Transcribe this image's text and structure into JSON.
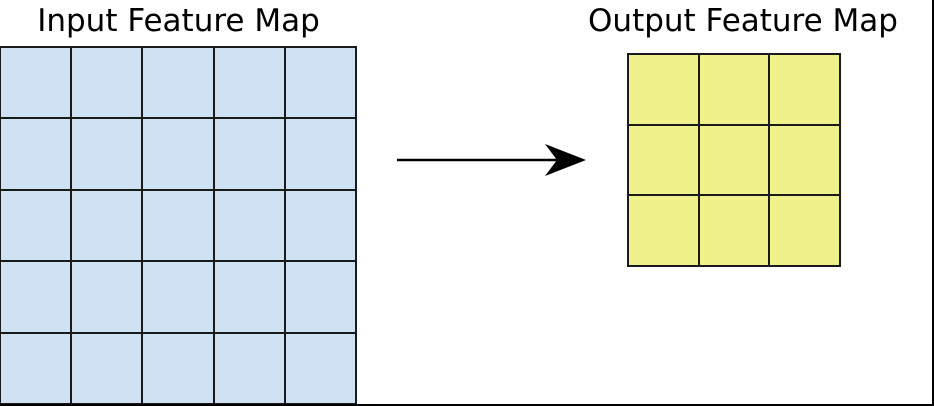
{
  "figure": {
    "background_color": "#ffffff",
    "frame_color": "#000000",
    "grid_line_color": "#1a1a1a"
  },
  "input_map": {
    "title": "Input Feature Map",
    "rows": 5,
    "cols": 5,
    "fill_color": "#cfe2f3"
  },
  "output_map": {
    "title": "Output Feature Map",
    "rows": 3,
    "cols": 3,
    "fill_color": "#eff18b"
  },
  "arrow": {
    "direction": "right",
    "color": "#000000"
  }
}
